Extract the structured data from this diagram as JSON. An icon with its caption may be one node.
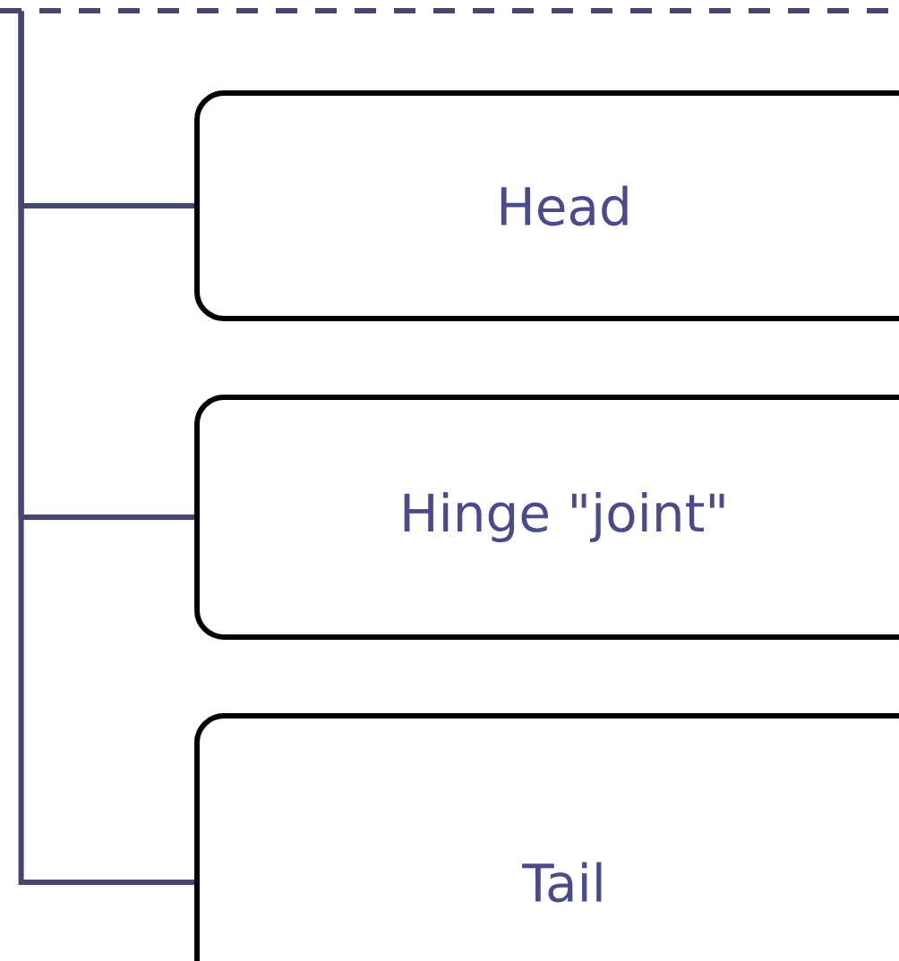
{
  "diagram": {
    "nodes": [
      {
        "text": [],
        "shape": "box"
      },
      {
        "text": [
          "Head"
        ]
      },
      {
        "text": [
          "Hinge \"joint\""
        ]
      },
      {
        "text": [
          "Tail"
        ]
      }
    ],
    "edges": [
      {
        "from": 0,
        "to": 1,
        "arrow": "none"
      },
      {
        "from": 0,
        "to": 2,
        "arrow": "none"
      },
      {
        "from": 0,
        "to": 3,
        "arrow": "none"
      }
    ]
  }
}
